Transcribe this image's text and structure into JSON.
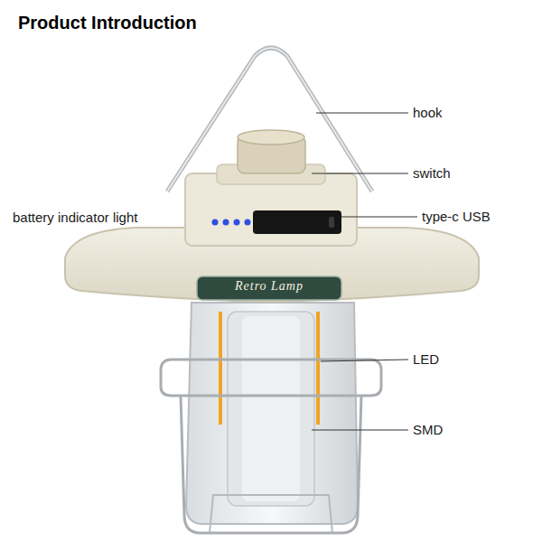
{
  "diagram": {
    "title": "Product Introduction",
    "labels": [
      "hook",
      "switch",
      "battery indicator light",
      "type-c USB",
      "LED",
      "SMD",
      "Retro Lamp"
    ]
  }
}
